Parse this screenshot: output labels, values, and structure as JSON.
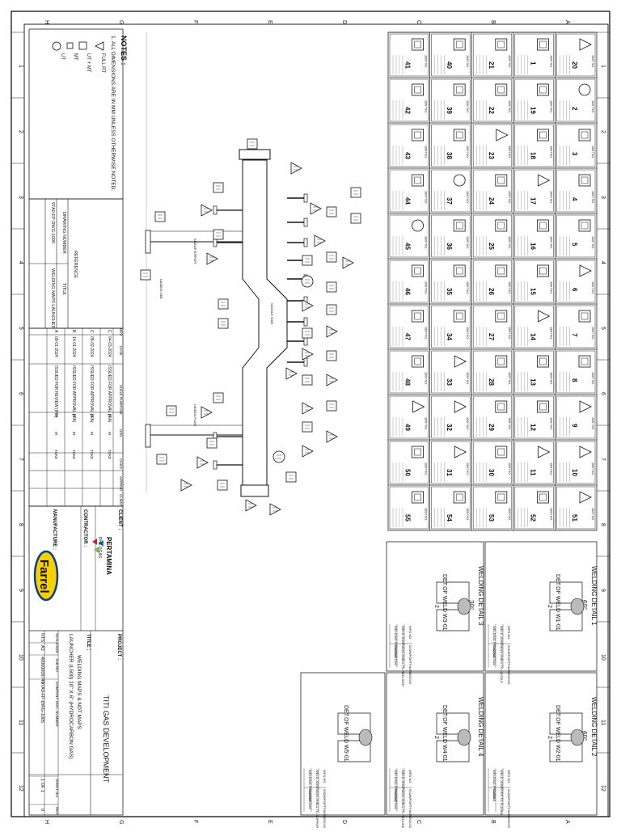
{
  "grid": {
    "letters_top": [
      "H",
      "G",
      "F",
      "E",
      "D",
      "C",
      "B",
      "A"
    ],
    "letters_bottom": [
      "H",
      "G",
      "F",
      "E",
      "D",
      "C",
      "B",
      "A"
    ],
    "numbers": [
      "1",
      "2",
      "3",
      "4",
      "5",
      "6",
      "7",
      "8",
      "9",
      "10",
      "11",
      "12"
    ]
  },
  "notes": {
    "heading": "NOTES :",
    "line1": "1. ALL DIMENSIONS ARE IN MM UNLESS OTHERWISE NOTED.",
    "legend": [
      {
        "symbol": "triangle",
        "label": "FULL RT"
      },
      {
        "symbol": "square",
        "label": "UT + MT"
      },
      {
        "symbol": "small-square",
        "label": "MT"
      },
      {
        "symbol": "circle",
        "label": "UT"
      }
    ]
  },
  "reference": {
    "drawing_number": "97A0-FP-DWG-1005",
    "title": "WELDING MAPS LAUNCHER",
    "col_drawing": "DRAWING NUMBER",
    "col_title": "TITLE",
    "heading": "REFERENCE"
  },
  "revisions": {
    "headers": [
      "REV",
      "DATE",
      "ISSUE PURPOSE",
      "DSN",
      "CHKD",
      "APPRVD",
      "CLIENT"
    ],
    "rows": [
      [
        "C",
        "04-03-2024",
        "ISSUED FOR APPROVAL (IFA)",
        "",
        "",
        "",
        ""
      ],
      [
        "C",
        "05-02-2024",
        "ISSUED FOR APPROVAL (IFA)",
        "",
        "",
        "",
        ""
      ],
      [
        "B",
        "14-01-2024",
        "ISSUED FOR APPROVAL (IFA)",
        "",
        "",
        "",
        ""
      ],
      [
        "A",
        "09-01-2024",
        "ISSUED FOR REVIEW (IFR)",
        "",
        "",
        "",
        ""
      ]
    ],
    "short_hdr": [
      "IR",
      "IR",
      "TOKE"
    ]
  },
  "titleblock": {
    "client_label": "CLIENT :",
    "contractor_label": "CONTRACTOR :",
    "manufacturer_label": "MANUFACTURE :",
    "client_name": "PERTAMINA",
    "client_sub": "PHE OGAS",
    "manufacturer_name": "Farrel",
    "project_label": "PROJECT :",
    "project_name": "TITI GAS DEVELOPMENT",
    "title_label": "TITLE :",
    "title_line1": "WELDING MAPS & NDT MAPS",
    "title_line2": "LAUNCHER (L500) 10\" X 6\" (HYDROCARBON GAS)",
    "scale_hdr": "SCALE",
    "scale": "NTS",
    "size_hdr": "SIZE",
    "size": "A3",
    "job_hdr": "JOB NO.",
    "job": "40000009740",
    "company_hdr": "COMPANY DOC. NUMBER",
    "company": "97A0-FP-DWG-1005",
    "sheet_hdr": "SHEET NO.",
    "sheet": "1 OF 1",
    "rev_hdr": "REV",
    "rev": "0"
  },
  "weld_table": {
    "columns": [
      {
        "joints": [
          "1",
          "20",
          "41",
          "40",
          "21",
          "19",
          "42",
          "39",
          "22",
          "18",
          "43",
          "38",
          "23",
          "17",
          "44",
          "37",
          "24",
          "16",
          "45",
          "36",
          "25",
          "15",
          "46",
          "35",
          "26",
          "14",
          "47",
          "34",
          "27",
          "13",
          "48",
          "33",
          "28",
          "12",
          "49",
          "32",
          "29",
          "11",
          "50",
          "31",
          "30",
          "10"
        ]
      }
    ],
    "joint_label": "JOINT NO.",
    "rows": [
      {
        "cells": [
          {
            "n": "20",
            "s": "triangle"
          },
          {
            "n": "1",
            "s": "square"
          },
          {
            "n": "21",
            "s": "square"
          },
          {
            "n": "40",
            "s": "square"
          },
          {
            "n": "41",
            "s": "square"
          }
        ]
      },
      {
        "cells": [
          {
            "n": "2",
            "s": "circle"
          },
          {
            "n": "19",
            "s": "square"
          },
          {
            "n": "22",
            "s": "square"
          },
          {
            "n": "39",
            "s": "square"
          },
          {
            "n": "42",
            "s": "square"
          }
        ]
      },
      {
        "cells": [
          {
            "n": "3",
            "s": "square"
          },
          {
            "n": "18",
            "s": "square"
          },
          {
            "n": "23",
            "s": "triangle"
          },
          {
            "n": "38",
            "s": "square"
          },
          {
            "n": "43",
            "s": "square"
          }
        ]
      },
      {
        "cells": [
          {
            "n": "4",
            "s": "square"
          },
          {
            "n": "17",
            "s": "triangle"
          },
          {
            "n": "24",
            "s": "square"
          },
          {
            "n": "37",
            "s": "circle"
          },
          {
            "n": "44",
            "s": "square"
          }
        ]
      },
      {
        "cells": [
          {
            "n": "5",
            "s": "square"
          },
          {
            "n": "16",
            "s": "square"
          },
          {
            "n": "25",
            "s": "square"
          },
          {
            "n": "36",
            "s": "square"
          },
          {
            "n": "45",
            "s": "circle"
          }
        ]
      },
      {
        "cells": [
          {
            "n": "6",
            "s": "triangle"
          },
          {
            "n": "15",
            "s": "square"
          },
          {
            "n": "26",
            "s": "square"
          },
          {
            "n": "35",
            "s": "square"
          },
          {
            "n": "46",
            "s": "square"
          }
        ]
      },
      {
        "cells": [
          {
            "n": "7",
            "s": "square"
          },
          {
            "n": "14",
            "s": "triangle"
          },
          {
            "n": "27",
            "s": "square"
          },
          {
            "n": "34",
            "s": "square"
          },
          {
            "n": "47",
            "s": "square"
          }
        ]
      },
      {
        "cells": [
          {
            "n": "8",
            "s": "square"
          },
          {
            "n": "13",
            "s": "square"
          },
          {
            "n": "28",
            "s": "square"
          },
          {
            "n": "33",
            "s": "triangle"
          },
          {
            "n": "48",
            "s": "square"
          }
        ]
      },
      {
        "cells": [
          {
            "n": "9",
            "s": "triangle"
          },
          {
            "n": "12",
            "s": "square"
          },
          {
            "n": "29",
            "s": "square"
          },
          {
            "n": "32",
            "s": "triangle"
          },
          {
            "n": "49",
            "s": "triangle"
          }
        ]
      },
      {
        "cells": [
          {
            "n": "10",
            "s": "triangle"
          },
          {
            "n": "11",
            "s": "triangle"
          },
          {
            "n": "30",
            "s": "square"
          },
          {
            "n": "31",
            "s": "triangle"
          },
          {
            "n": "50",
            "s": "square"
          }
        ]
      },
      {
        "cells": [
          {
            "n": "51",
            "s": "triangle"
          },
          {
            "n": "52",
            "s": "square"
          },
          {
            "n": "53",
            "s": "square"
          },
          {
            "n": "54",
            "s": "square"
          },
          {
            "n": "55",
            "s": "square"
          }
        ]
      }
    ]
  },
  "details": [
    {
      "title": "WELDING DETAIL 1",
      "sub": "DET.OF WELD W1-01",
      "angle": "60°",
      "gap": "2",
      "rows": [
        [
          "WELDING PROCESS",
          "SMAW/GTAW"
        ],
        [
          "WELD JOINT",
          "MAIN SHELL TO NOZZLE"
        ],
        [
          "WPS NO.",
          "001/WPS/PTF/ASME/2023"
        ]
      ]
    },
    {
      "title": "WELDING DETAIL 2",
      "sub": "DET.OF WELD W2-01",
      "angle": "60°",
      "gap": "2",
      "rows": [
        [
          "WELDING PROCESS",
          "SMAW"
        ],
        [
          "WELD JOINT",
          "PIPE TO FLANGE"
        ],
        [
          "WPS NO.",
          "002/WPS/PTF/ASME/2023"
        ]
      ]
    },
    {
      "title": "WELDING DETAIL 3",
      "sub": "DET.OF WELD W3-01",
      "angle": "30°",
      "gap": "2",
      "rows": [
        [
          "WELDING PROCESS",
          "SMAW/GTAW"
        ],
        [
          "WELD JOINT",
          "MAIN SHELL TO REDUCER"
        ],
        [
          "WPS NO.",
          "003/WPS/PTF/ASME/2023"
        ]
      ]
    },
    {
      "title": "WELDING DETAIL 4",
      "sub": "DET.OF WELD W4-01",
      "angle": "",
      "gap": "2",
      "rows": [
        [
          "WELDING PROCESS",
          "SMAW/GTAW"
        ],
        [
          "WELD JOINT",
          "MAIN SHELL TO REDUCER"
        ],
        [
          "WPS NO.",
          "004/WPS/PTF/ASME/2023"
        ]
      ]
    },
    {
      "title": "",
      "sub": "DET.OF WELD W5-01",
      "angle": "",
      "gap": "",
      "rows": [
        [
          "WELDING PROCESS",
          "SMAW/GTAW"
        ],
        [
          "WELD JOINT",
          "MAIN SHELL TO SUPPORT"
        ],
        [
          "WPS NO.",
          "005/WPS/PTF/ASME/2023"
        ]
      ]
    }
  ],
  "drawing_labels": {
    "support_left": "SADDLE SUPPORT",
    "support_right": "LANDING PLATE",
    "top_label": "NOZZLE SIDE",
    "bottom_label": "LANDING SIDE"
  }
}
